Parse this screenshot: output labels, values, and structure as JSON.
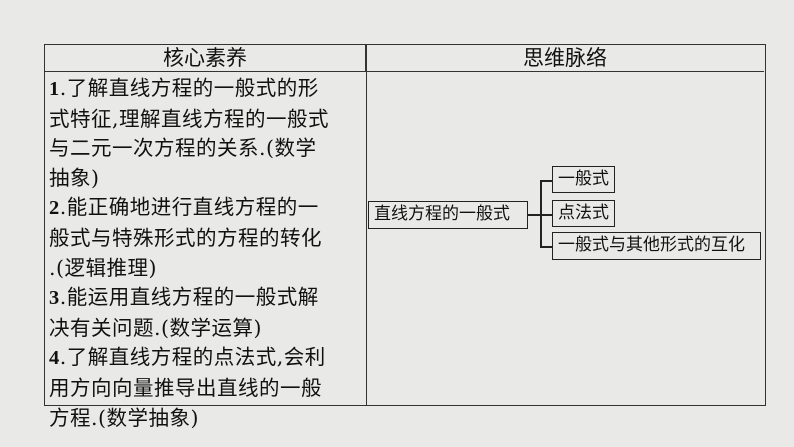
{
  "table": {
    "headers": [
      "核心素养",
      "思维脉络"
    ],
    "items": [
      {
        "num": "1",
        "lines": [
          ".了解直线方程的一般式的形",
          "式特征,理解直线方程的一般式",
          "与二元一次方程的关系.(数学",
          "抽象)"
        ]
      },
      {
        "num": "2",
        "lines": [
          ".能正确地进行直线方程的一",
          "般式与特殊形式的方程的转化",
          ".(逻辑推理)"
        ]
      },
      {
        "num": "3",
        "lines": [
          ".能运用直线方程的一般式解",
          "决有关问题.(数学运算)"
        ]
      },
      {
        "num": "4",
        "lines": [
          ".了解直线方程的点法式,会利",
          "用方向向量推导出直线的一般",
          "方程.(数学抽象)"
        ]
      }
    ]
  },
  "mindmap": {
    "root": "直线方程的一般式",
    "children": [
      "一般式",
      "点法式",
      "一般式与其他形式的互化"
    ]
  }
}
